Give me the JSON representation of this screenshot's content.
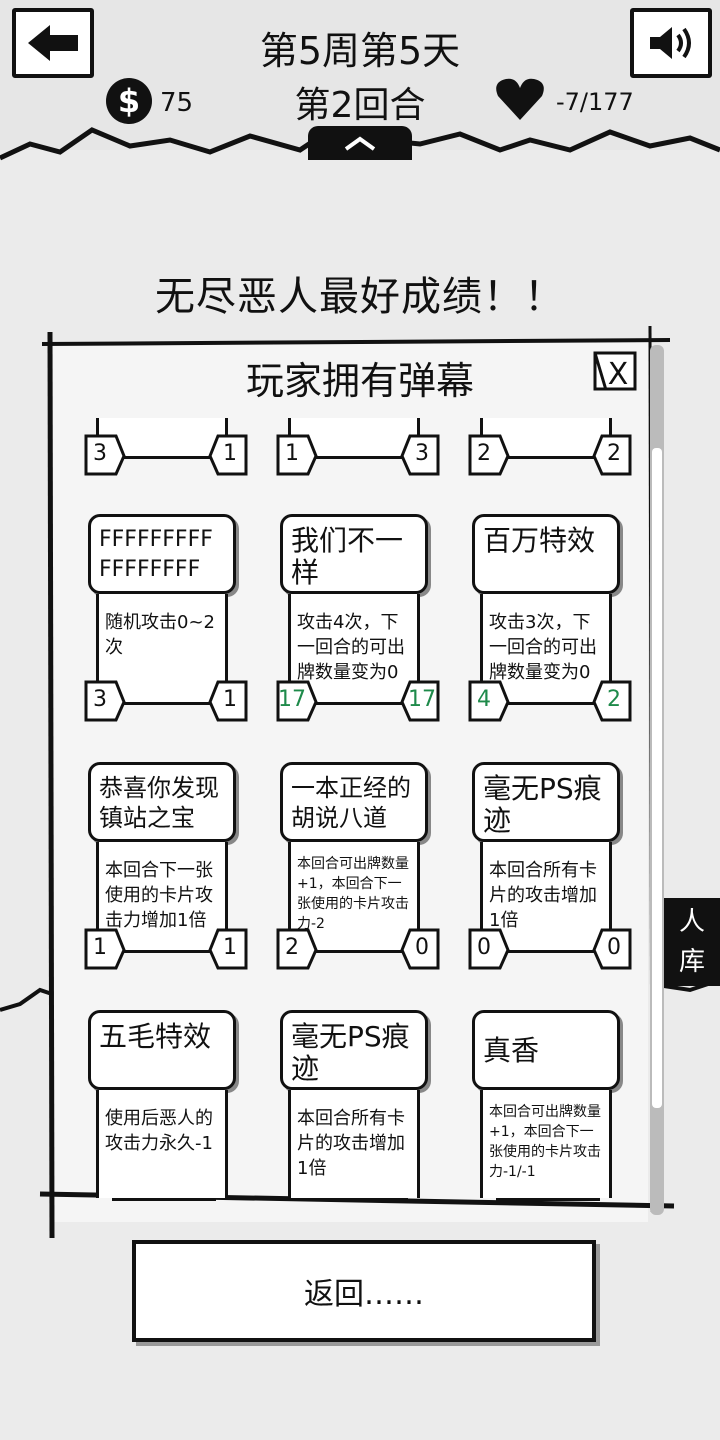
{
  "header": {
    "week_day": "第5周第5天",
    "round": "第2回合",
    "money": "75",
    "hp": "-7/177"
  },
  "best_banner": "无尽恶人最好成绩！！",
  "panel": {
    "title": "玩家拥有弹幕",
    "close_glyph": "X"
  },
  "partial_row": [
    {
      "cost": "3",
      "power": "1",
      "power_green": false
    },
    {
      "cost": "1",
      "power": "3",
      "power_green": false
    },
    {
      "cost": "2",
      "power": "2",
      "power_green": false
    }
  ],
  "cards": [
    {
      "name": "FFFFFFFFFFFFFFFFF",
      "desc": "随机攻击0~2次",
      "cost": "3",
      "power": "1",
      "green": false
    },
    {
      "name": "我们不一样",
      "desc": "攻击4次，下一回合的可出牌数量变为0",
      "cost": "17",
      "power": "17",
      "green": true
    },
    {
      "name": "百万特效",
      "desc": "攻击3次，下一回合的可出牌数量变为0",
      "cost": "4",
      "power": "2",
      "green": true
    },
    {
      "name": "恭喜你发现镇站之宝",
      "desc": "本回合下一张使用的卡片攻击力增加1倍",
      "cost": "1",
      "power": "1",
      "green": false
    },
    {
      "name": "一本正经的胡说八道",
      "desc": "本回合可出牌数量+1，本回合下一张使用的卡片攻击力-2",
      "cost": "2",
      "power": "0",
      "green": false
    },
    {
      "name": "毫无PS痕迹",
      "desc": "本回合所有卡片的攻击增加1倍",
      "cost": "0",
      "power": "0",
      "green": false
    },
    {
      "name": "五毛特效",
      "desc": "使用后恶人的攻击力永久-1",
      "cost": "",
      "power": "",
      "green": false
    },
    {
      "name": "毫无PS痕迹",
      "desc": "本回合所有卡片的攻击增加1倍",
      "cost": "",
      "power": "",
      "green": false
    },
    {
      "name": "真香",
      "desc": "本回合可出牌数量+1，本回合下一张使用的卡片攻击力-1/-1",
      "cost": "",
      "power": "",
      "green": false
    }
  ],
  "side_tab": {
    "line1": "人",
    "line2": "库"
  },
  "back_button": "返回……"
}
